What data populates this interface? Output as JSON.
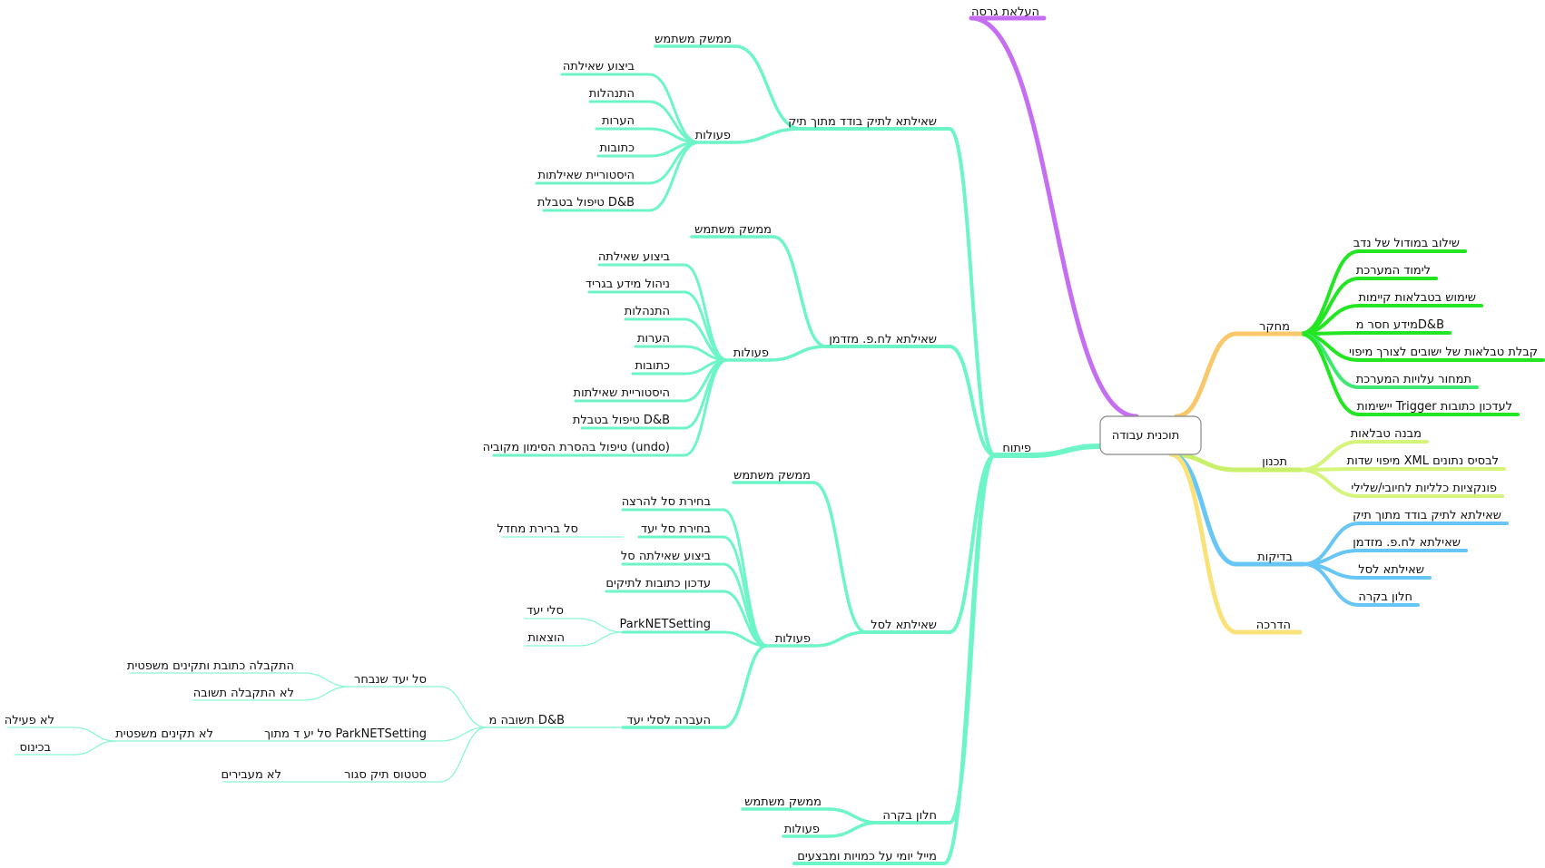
{
  "root": "תוכנית עבודה",
  "colors": {
    "release": "#c66ef2",
    "research": "#f8c86a",
    "research_leaf": "#22e622",
    "research_leaf_alt": "#3fe873",
    "planning": "#c9f06a",
    "planning_leaf": "#d4f47a",
    "tests": "#67c6f5",
    "guide": "#fae27a",
    "dev": "#6df5c8",
    "dev_thin": "#8af7d4"
  },
  "top": {
    "release": "העלאת גרסה",
    "dev": "פיתוח",
    "research": "מחקר",
    "planning": "תכנון",
    "tests": "בדיקות",
    "guide": "הדרכה"
  },
  "research_items": [
    "שילוב במודול של נדב",
    "לימוד המערכת",
    "שימוש בטבלאות קיימות",
    "מידע חסר מD&B",
    "קבלת טבלאות של ישובים לצורך מיפוי",
    "תמחור עלויות המערכת",
    "יישימות Trigger לעדכון כתובות"
  ],
  "planning_items": [
    "מבנה טבלאות",
    "מיפוי שדות XML לבסיס נתונים",
    "פונקציות כלליות לחיובי/שלילי"
  ],
  "tests_items": [
    "שאילתא לתיק בודד מתוך תיק",
    "שאילתא לח.פ. מזדמן",
    "שאילתא לסל",
    "חלון בקרה"
  ],
  "dev": {
    "single": {
      "label": "שאילתא לתיק בודד מתוך תיק",
      "ui": "ממשק משתמש",
      "actions": "פעולות",
      "items": [
        "ביצוע שאילתה",
        "התנהלות",
        "הערות",
        "כתובות",
        "היסטוריית שאילתות",
        "טיפול בטבלת D&B"
      ]
    },
    "adhoc": {
      "label": "שאילתא לח.פ. מזדמן",
      "ui": "ממשק משתמש",
      "actions": "פעולות",
      "items": [
        "ביצוע שאילתה",
        "ניהול מידע בגריד",
        "התנהלות",
        "הערות",
        "כתובות",
        "היסטוריית שאילתות",
        "טיפול בטבלת D&B",
        "טיפול בהסרת הסימון מקוביה (undo)"
      ]
    },
    "basket": {
      "label": "שאילתא לסל",
      "ui": "ממשק משתמש",
      "actions": "פעולות",
      "items": [
        "בחירת סל להרצה",
        "בחירת סל יעד",
        "ביצוע שאילתה סל",
        "עדכון כתובות לתיקים",
        "ParkNETSetting"
      ],
      "default_basket": "סל ברירת מחדל",
      "park_children": [
        "סלי יעד",
        "הוצאות"
      ],
      "transfer": "העברה לסלי יעד",
      "response": "תשובה  מ D&B",
      "chosen_basket": "סל יעד שנבחר",
      "chosen_children": [
        "התקבלה כתובת ותקינים משפטית",
        "לא התקבלה תשובה"
      ],
      "from_park": "סל יע ד מתוך ParkNETSetting",
      "no_legal": "לא תקינים משפטית",
      "no_legal_children": [
        "לא פעילה",
        "בכינוס"
      ],
      "closed_status": "סטטוס תיק סגור",
      "not_moved": "לא מעבירים"
    },
    "control": {
      "label": "חלון בקרה",
      "ui": "ממשק משתמש",
      "actions": "פעולות"
    },
    "daily_mail": "מייל יומי על כמויות ומבצעים"
  }
}
